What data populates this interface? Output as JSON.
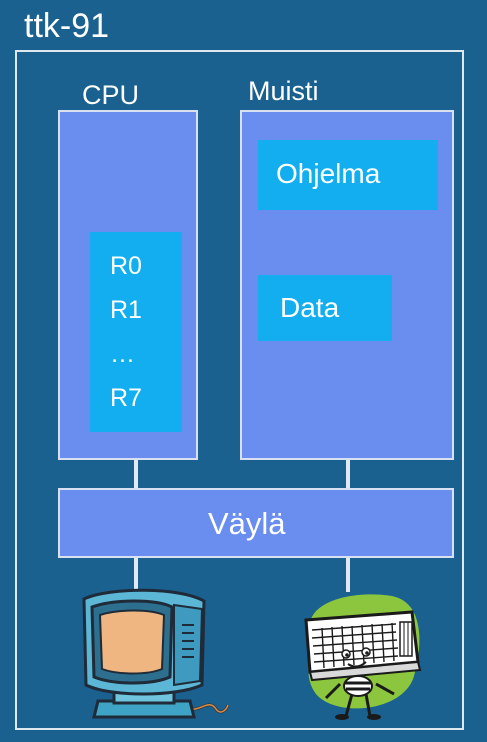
{
  "title": "ttk-91",
  "cpu": {
    "label": "CPU",
    "registers": [
      "R0",
      "R1",
      "…",
      "R7"
    ]
  },
  "memory": {
    "label": "Muisti",
    "program": "Ohjelma",
    "data": "Data"
  },
  "bus": {
    "label": "Väylä"
  },
  "devices": {
    "monitor_icon": "monitor-icon",
    "keyboard_icon": "keyboard-icon"
  },
  "colors": {
    "background": "#1a6190",
    "box": "#6a8df0",
    "inner_box": "#12aef0",
    "text": "#ffffff"
  }
}
